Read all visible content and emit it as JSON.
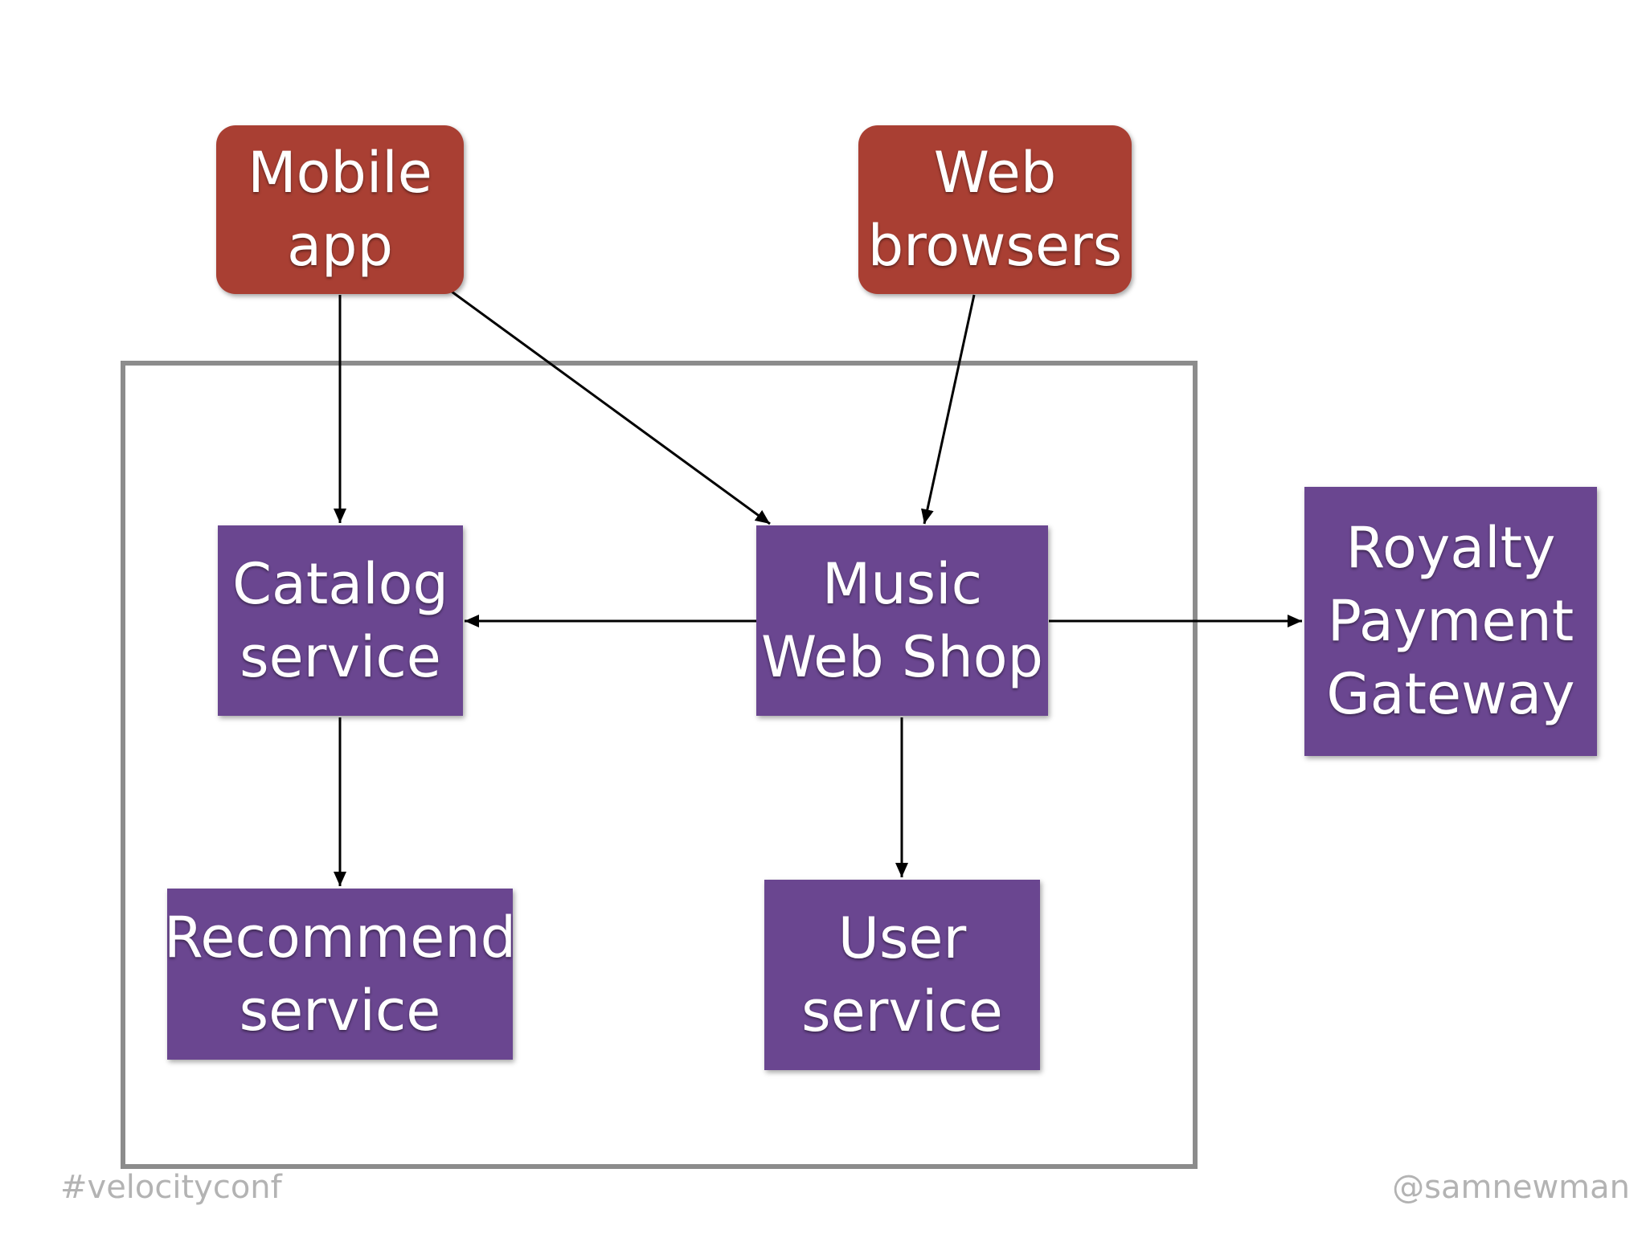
{
  "colors": {
    "client_fill": "#a93f33",
    "service_fill": "#6a4690",
    "boundary_stroke": "#8c8c8c",
    "arrow_stroke": "#000000",
    "footer_text": "#b3b3b3"
  },
  "nodes": {
    "mobile_app": {
      "line1": "Mobile",
      "line2": "app"
    },
    "web_browsers": {
      "line1": "Web",
      "line2": "browsers"
    },
    "catalog_service": {
      "line1": "Catalog",
      "line2": "service"
    },
    "music_web_shop": {
      "line1": "Music",
      "line2": "Web Shop"
    },
    "royalty_payment_gateway": {
      "line1": "Royalty",
      "line2": "Payment",
      "line3": "Gateway"
    },
    "recommend_service": {
      "line1": "Recommend",
      "line2": "service"
    },
    "user_service": {
      "line1": "User",
      "line2": "service"
    }
  },
  "edges": [
    {
      "from": "mobile_app",
      "to": "catalog_service"
    },
    {
      "from": "mobile_app",
      "to": "music_web_shop"
    },
    {
      "from": "web_browsers",
      "to": "music_web_shop"
    },
    {
      "from": "music_web_shop",
      "to": "catalog_service"
    },
    {
      "from": "music_web_shop",
      "to": "royalty_payment_gateway"
    },
    {
      "from": "catalog_service",
      "to": "recommend_service"
    },
    {
      "from": "music_web_shop",
      "to": "user_service"
    }
  ],
  "footer": {
    "hashtag": "#velocityconf",
    "handle": "@samnewman"
  }
}
